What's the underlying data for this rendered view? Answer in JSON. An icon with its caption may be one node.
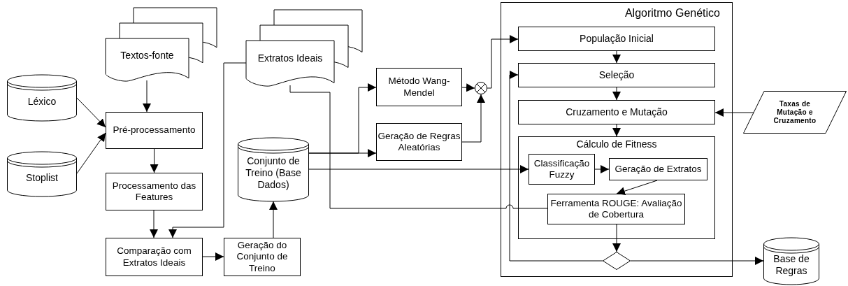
{
  "diagram": {
    "nodes": [
      {
        "text": [
          "Textos-fonte"
        ]
      },
      {
        "text": [
          "Extratos Ideais"
        ]
      },
      {
        "text": [
          "Algoritmo Genético"
        ]
      },
      {
        "text": [
          "População Inicial"
        ],
        "in": 2
      },
      {
        "text": [
          "Léxico"
        ]
      },
      {
        "text": [
          "Método Wang-Mendel"
        ]
      },
      {
        "text": [],
        "shape": "circle"
      },
      {
        "text": [
          "Seleção"
        ],
        "in": 2
      },
      {
        "text": [
          "Taxas de Mutação e Cruzamento"
        ]
      },
      {
        "text": [
          "Cruzamento e Mutação"
        ],
        "in": 2
      },
      {
        "text": [
          "Pré-processamento"
        ]
      },
      {
        "text": [
          "Geração de Regras Aleatórias"
        ]
      },
      {
        "text": [
          "Conjunto de Treino (Base Dados)"
        ]
      },
      {
        "text": [
          "Cálculo de Fitness"
        ],
        "in": 2
      },
      {
        "text": [
          "Classificação Fuzzy"
        ],
        "in": 13
      },
      {
        "text": [
          "Geração de Extratos"
        ],
        "in": 13
      },
      {
        "text": [
          "Stoplist"
        ]
      },
      {
        "text": [
          "Processamento das Features"
        ]
      },
      {
        "text": [
          "Ferramenta ROUGE: Avaliação de Cobertura"
        ],
        "in": 13
      },
      {
        "text": [
          "Comparação com Extratos Ideais"
        ]
      },
      {
        "text": [
          "Geração do Conjunto de Treino"
        ]
      },
      {
        "text": [],
        "shape": "diamond",
        "in": 2
      },
      {
        "text": [
          "Base de Regras"
        ]
      }
    ],
    "edges": [
      {
        "from": 0,
        "to": 10,
        "arrow": "to"
      },
      {
        "from": 4,
        "to": 10,
        "arrow": "to"
      },
      {
        "from": 16,
        "to": 10,
        "arrow": "to"
      },
      {
        "from": 10,
        "to": 17,
        "arrow": "to"
      },
      {
        "from": 17,
        "to": 19,
        "arrow": "to"
      },
      {
        "from": 1,
        "to": 19,
        "arrow": "to"
      },
      {
        "from": 19,
        "to": 20,
        "arrow": "to"
      },
      {
        "from": 20,
        "to": 12,
        "arrow": "to"
      },
      {
        "from": 12,
        "to": 5,
        "arrow": "to"
      },
      {
        "from": 12,
        "to": 11,
        "arrow": "to"
      },
      {
        "from": 12,
        "to": 14,
        "arrow": "to"
      },
      {
        "from": 1,
        "to": 18,
        "arrow": "none"
      },
      {
        "from": 5,
        "to": 6,
        "arrow": "to"
      },
      {
        "from": 11,
        "to": 6,
        "arrow": "to"
      },
      {
        "from": 6,
        "to": 3,
        "arrow": "to"
      },
      {
        "from": 3,
        "to": 7,
        "arrow": "to"
      },
      {
        "from": 7,
        "to": 9,
        "arrow": "to"
      },
      {
        "from": 9,
        "to": 13,
        "arrow": "to"
      },
      {
        "from": 8,
        "to": 9,
        "arrow": "to"
      },
      {
        "from": 14,
        "to": 15,
        "arrow": "to"
      },
      {
        "from": 15,
        "to": 18,
        "arrow": "to"
      },
      {
        "from": 18,
        "to": 21,
        "arrow": "to"
      },
      {
        "from": 21,
        "to": 7,
        "arrow": "to"
      },
      {
        "from": 21,
        "to": 22,
        "arrow": "to"
      }
    ]
  }
}
